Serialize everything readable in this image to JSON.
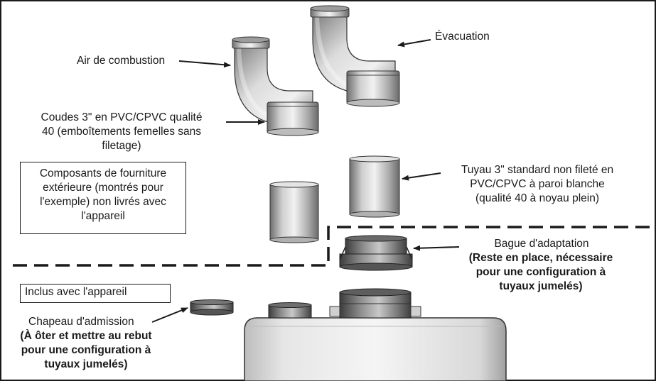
{
  "labels": {
    "combustion_air": "Air de combustion",
    "exhaust": "Évacuation",
    "elbows": [
      "Coudes 3\" en PVC/CPVC qualité",
      "40 (emboîtements femelles sans",
      "filetage)"
    ],
    "pipe": [
      "Tuyau 3\" standard non fileté en",
      "PVC/CPVC à paroi blanche",
      "(qualité 40 à noyau plein)"
    ],
    "field_supplied": [
      "Composants de fourniture",
      "extérieure (montrés pour",
      "l'exemple) non livrés avec",
      "l'appareil"
    ],
    "adapter_ring": "Bague d'adaptation",
    "adapter_note": [
      "(Reste en place, nécessaire",
      "pour une configuration à",
      "tuyaux jumelés)"
    ],
    "included": "Inclus avec l'appareil",
    "intake_cap": "Chapeau d'admission",
    "intake_note": [
      "(À ôter et mettre au rebut",
      "pour une configuration à",
      "tuyaux jumelés)"
    ]
  },
  "colors": {
    "line": "#1a1a1a",
    "metal_dark": "#5a5a5a",
    "metal_light": "#d9d9d9"
  }
}
